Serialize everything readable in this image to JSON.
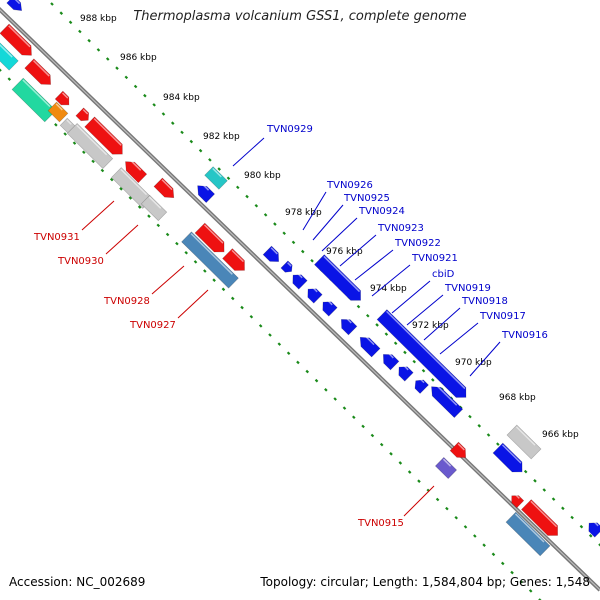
{
  "title": "Thermoplasma volcanium GSS1, complete genome",
  "footer": {
    "accession": "Accession: NC_002689",
    "summary": "Topology: circular; Length: 1,584,804 bp; Genes: 1,548"
  },
  "colors": {
    "backbone": "#8c8c8c",
    "tick_mark": "#1a8a1a",
    "forward_label": "#0000cc",
    "reverse_label": "#cc0000",
    "blue": "#0a14e6",
    "red": "#ee1111",
    "gray": "#c8c8c8",
    "steel": "#4a86b8",
    "teal": "#26c6c6",
    "cyan": "#14d8d8",
    "green": "#22d8a0",
    "orange": "#f08a10",
    "purple": "#6a5acd"
  },
  "ticks": [
    {
      "label": "988 kbp"
    },
    {
      "label": "986 kbp"
    },
    {
      "label": "984 kbp"
    },
    {
      "label": "982 kbp"
    },
    {
      "label": "980 kbp"
    },
    {
      "label": "978 kbp"
    },
    {
      "label": "976 kbp"
    },
    {
      "label": "974 kbp"
    },
    {
      "label": "972 kbp"
    },
    {
      "label": "970 kbp"
    },
    {
      "label": "968 kbp"
    },
    {
      "label": "966 kbp"
    }
  ],
  "forward_labels": [
    {
      "text": "TVN0929"
    },
    {
      "text": "TVN0926"
    },
    {
      "text": "TVN0925"
    },
    {
      "text": "TVN0924"
    },
    {
      "text": "TVN0923"
    },
    {
      "text": "TVN0922"
    },
    {
      "text": "TVN0921"
    },
    {
      "text": "cbiD"
    },
    {
      "text": "TVN0919"
    },
    {
      "text": "TVN0918"
    },
    {
      "text": "TVN0917"
    },
    {
      "text": "TVN0916"
    }
  ],
  "reverse_labels": [
    {
      "text": "TVN0931"
    },
    {
      "text": "TVN0930"
    },
    {
      "text": "TVN0928"
    },
    {
      "text": "TVN0927"
    },
    {
      "text": "TVN0915"
    }
  ]
}
